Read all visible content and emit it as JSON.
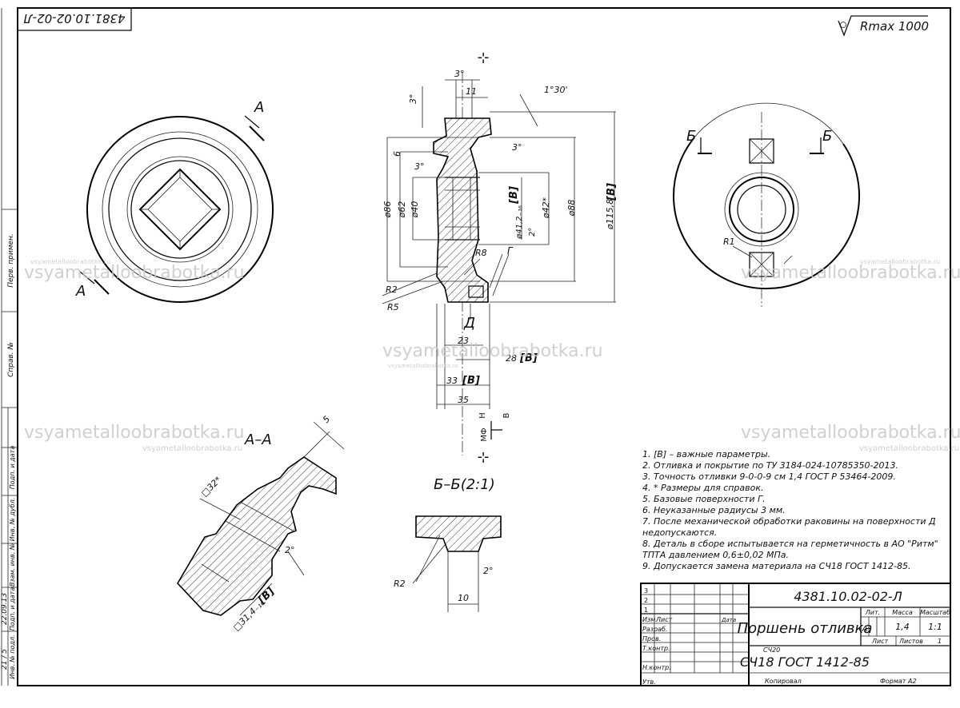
{
  "header": {
    "rotated_code": "4381.10.02-02-Л",
    "surface_finish": "Rmax 1000"
  },
  "watermark": {
    "site": "vsyametalloobrabotka.ru",
    "site_small": "vsyametalloobrabotka.ru"
  },
  "left_strip": {
    "perv_primen": "Перв. примен.",
    "sprav_no": "Справ. №",
    "podp_data": "Подп. и дата",
    "inv_dubl": "Инв. № дубл.",
    "vzam_inv": "Взам. инв. №",
    "podp_data2": "Подп. и дата",
    "inv_podl": "Инв. № подл.",
    "date_value": "22.09.13",
    "inv_value": "21 / 5"
  },
  "views": {
    "section_aa_title": "А–А",
    "section_bb_title": "Б–Б(2:1)",
    "cut_a": "А",
    "cut_b": "Б",
    "label_r1": "R1"
  },
  "dims": {
    "d_3deg_top": "3°",
    "d_11": "11",
    "d_1_30": "1°30'",
    "d_3deg_left": "3°",
    "d_3deg_mid": "3°",
    "d_3deg_right": "3°",
    "d_6": "6",
    "d_86": "ø86",
    "d_62": "ø62",
    "d_40": "ø40",
    "d_b1": "[B]",
    "d_412": "ø41,2₋₁₆",
    "d_42": "ø42*",
    "d_88": "ø88",
    "d_1158": "ø115,8",
    "d_b2": "[B]",
    "d_r8": "R8",
    "d_g": "Г",
    "d_2deg": "2°",
    "d_r2": "R2",
    "d_r5": "R5",
    "d_d": "Д",
    "d_23": "23",
    "d_28": "28",
    "d_b3": "[B]",
    "d_33": "33",
    "d_b4": "[B]",
    "d_35": "35",
    "d_mf": "МФ",
    "d_n": "Н",
    "d_v": "В",
    "aa_5": "5",
    "aa_32": "□32*",
    "aa_2deg": "2°",
    "aa_314": "□31,4₋₁₆",
    "aa_b": "[B]",
    "bb_r2": "R2",
    "bb_2deg": "2°",
    "bb_10": "10"
  },
  "notes": [
    "1. [B] – важные параметры.",
    "2. Отливка и покрытие по ТУ 3184-024-10785350-2013.",
    "3. Точность отливки 9-0-0-9 см 1,4 ГОСТ Р 53464-2009.",
    "4. * Размеры для справок.",
    "5. Базовые поверхности Г.",
    "6. Неуказанные радиусы 3 мм.",
    "7. После механической обработки раковины на поверхности Д",
    "недопускаются.",
    "8. Деталь в сборе испытывается на герметичность в АО \"Ритм\"",
    "ТПТА давлением 0,6±0,02 МПа.",
    "9. Допускается замена материала на СЧ18 ГОСТ 1412-85."
  ],
  "title_block": {
    "doc_code": "4381.10.02-02-Л",
    "part_name": "Поршень отливка",
    "material": "СЧ18  ГОСТ 1412-85",
    "material_small": "СЧ20",
    "lit_label": "Лит.",
    "mass_label": "Масса",
    "scale_label": "Масштаб",
    "lit_value": "А",
    "mass_value": "1,4",
    "scale_value": "1:1",
    "sheet_label": "Лист",
    "sheets_label": "Листов",
    "sheets_value": "1",
    "izm": "Изм.",
    "list": "Лист",
    "razrab": "Разраб.",
    "prov": "Пров.",
    "tkontr": "Т.контр.",
    "nkontr": "Н.контр.",
    "utv": "Утв.",
    "data": "Дата",
    "row1": "1",
    "row2": "2",
    "row3": "3",
    "kopiroval": "Копировал",
    "format": "Формат  А2"
  }
}
